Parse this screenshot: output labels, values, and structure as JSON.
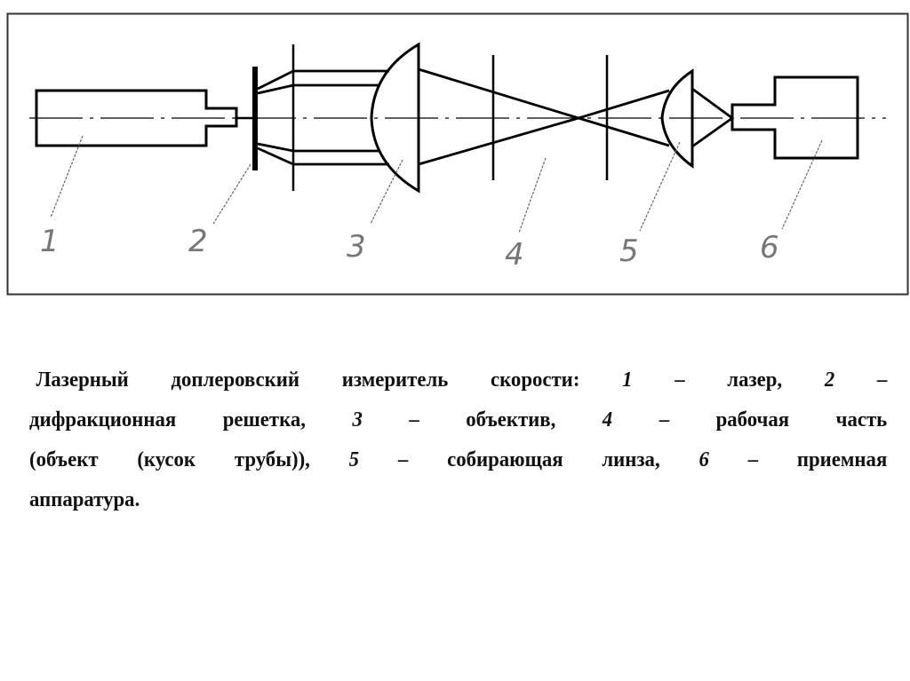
{
  "diagram": {
    "labels": [
      "1",
      "2",
      "3",
      "4",
      "5",
      "6"
    ]
  },
  "caption": {
    "lines": [
      [
        "Лазерный",
        "доплеровский",
        "измеритель",
        "скорости:",
        "1",
        "–",
        "лазер,",
        "2",
        "–"
      ],
      [
        "дифракционная",
        "решетка,",
        "3",
        "–",
        "объектив,",
        "4",
        "–",
        "рабочая",
        "часть"
      ],
      [
        "(объект",
        "(кусок",
        "трубы)),",
        "5",
        "–",
        "собирающая",
        "линза,",
        "6",
        "–",
        "приемная"
      ],
      [
        "аппаратура."
      ]
    ]
  }
}
